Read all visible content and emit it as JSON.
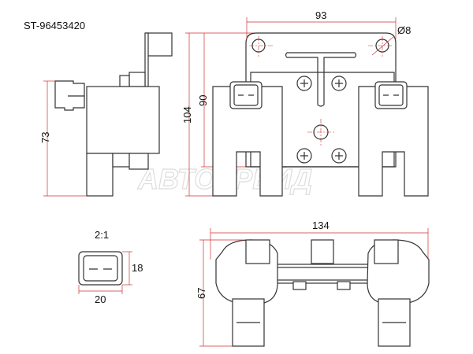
{
  "part_number": "ST-96453420",
  "watermark": "АВТОТРЕЙД",
  "dimensions": {
    "mount_hole_spacing": "93",
    "hole_diameter": "Ø8",
    "total_height": "104",
    "plate_height": "90",
    "side_height": "73",
    "detail_scale": "2:1",
    "connector_height": "18",
    "connector_width": "20",
    "total_width": "134",
    "depth": "67"
  },
  "colors": {
    "line": "#333333",
    "dimension": "#cc3333"
  }
}
